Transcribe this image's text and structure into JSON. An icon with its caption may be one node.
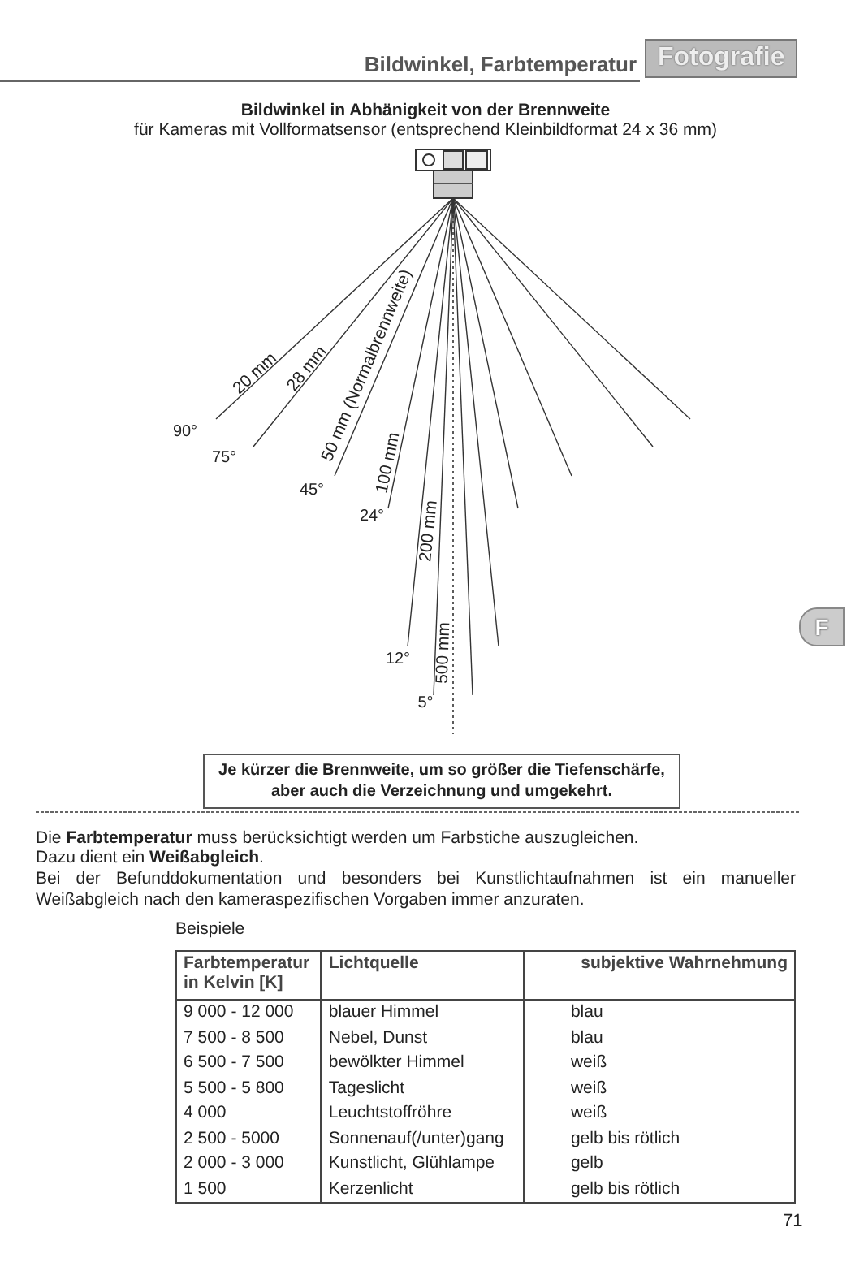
{
  "diagram": {
    "title": "Bildwinkel, Farbtemperatur",
    "nodes": [
      {
        "text": [
          "Fotografie"
        ]
      },
      {
        "text": [
          "Je kürzer die Brennweite, um so größer die Tiefenschärfe, aber auch die Verzeichnung und umgekehrt."
        ]
      },
      {
        "text": [
          "F"
        ]
      }
    ],
    "labels": [
      "Bildwinkel in Abhänigkeit von der Brennweite",
      "für Kameras mit Vollformatsensor (entsprechend Kleinbildformat 24 x 36 mm)",
      "20 mm",
      "28 mm",
      "50 mm (Normalbrennweite)",
      "100 mm",
      "200 mm",
      "500 mm",
      "90°",
      "75°",
      "45°",
      "24°",
      "12°",
      "5°",
      "Die **Farbtemperatur** muss berücksichtigt werden um Farbstiche auszugleichen.",
      "Dazu dient ein **Weißabgleich**.",
      "Bei der Befunddokumentation und besonders bei Kunstlichtaufnahmen ist ein manueller Weißabgleich nach den kameraspezifischen Vorgaben immer anzuraten.",
      "Beispiele",
      "Farbtemperatur in Kelvin [K]",
      "Lichtquelle",
      "subjektive Wahrnehmung",
      "9 000 - 12 000",
      "blauer Himmel",
      "blau",
      "7 500 - 8 500",
      "Nebel, Dunst",
      "blau",
      "6 500 - 7 500",
      "bewölkter Himmel",
      "weiß",
      "5 500 - 5 800",
      "Tageslicht",
      "weiß",
      "4 000",
      "Leuchtstoffröhre",
      "weiß",
      "2 500 - 5000",
      "Sonnenauf(/unter)gang",
      "gelb bis rötlich",
      "2 000 - 3 000",
      "Kunstlicht, Glühlampe",
      "gelb",
      "1 500",
      "Kerzenlicht",
      "gelb bis rötlich",
      "71"
    ]
  }
}
